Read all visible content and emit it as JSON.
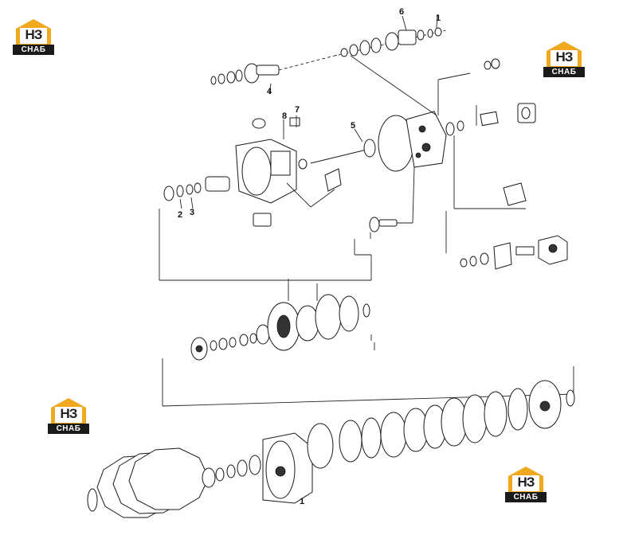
{
  "logo": {
    "mark": "НЗ",
    "sub": "СНАБ"
  },
  "callouts": [
    "1",
    "2",
    "3",
    "4",
    "5",
    "6",
    "7",
    "8",
    "1"
  ],
  "colors": {
    "logo_orange": "#f0a81e",
    "line": "#222222"
  }
}
